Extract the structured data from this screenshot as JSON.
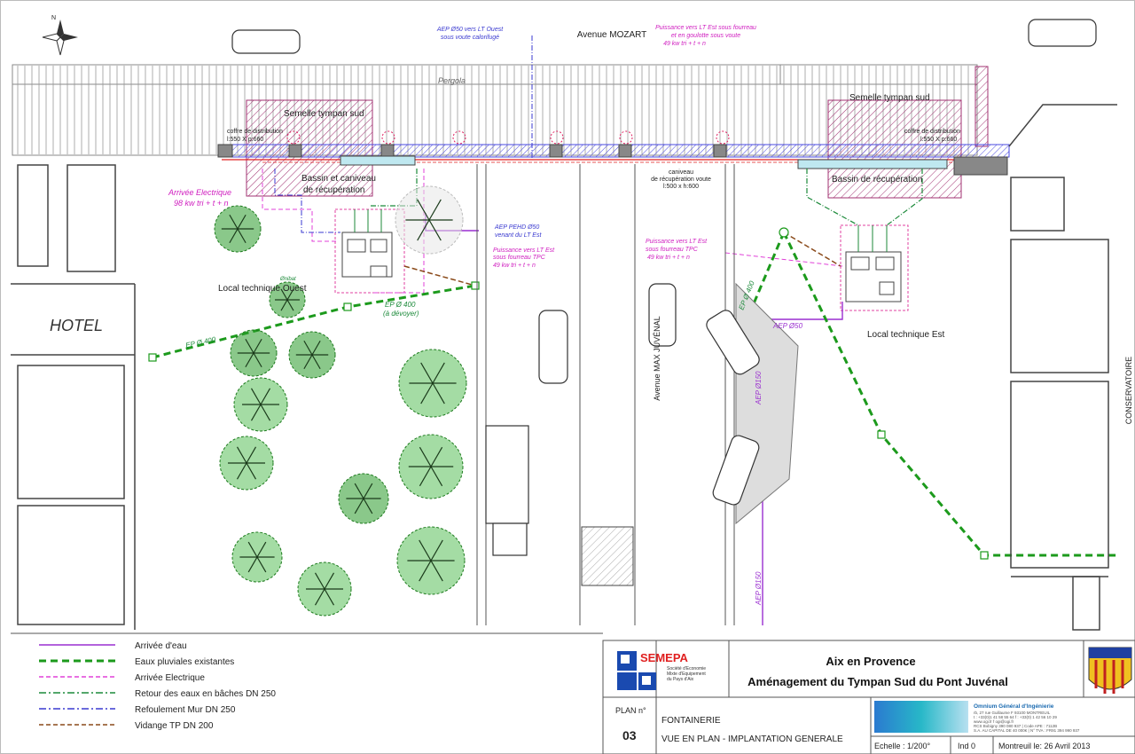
{
  "drawing": {
    "north_label": "N",
    "labels": {
      "avenue_mozart": "Avenue MOZART",
      "avenue_max_juvenal": "Avenue MAX JUVÉNAL",
      "hotel": "HOTEL",
      "conservatoire": "CONSERVATOIRE",
      "pergola": "Pergola",
      "semelle_left": "Semelle tympan sud",
      "semelle_right": "Semelle tympan sud",
      "coffre_left_1": "coffre de distribution",
      "coffre_left_2": "l:550 X p:660",
      "coffre_right_1": "coffre de distribution",
      "coffre_right_2": "l:550 X p:660",
      "bassin_left_1": "Bassin et caniveau",
      "bassin_left_2": "de récupération",
      "bassin_right": "Bassin de récupération",
      "caniveau_1": "caniveau",
      "caniveau_2": "de récupération voute",
      "caniveau_3": "l:500 x h:600",
      "aep_ouest_1": "AEP Ø50 vers LT Ouest",
      "aep_ouest_2": "sous voute calorifugé",
      "puissance_top_1": "Puissance vers LT Est sous fourreau",
      "puissance_top_2": "et en goulotte sous voute",
      "puissance_top_3": "49 kw tri + t + n",
      "arrivee_elec_1": "Arrivée Electrique",
      "arrivee_elec_2": "98 kw tri + t + n",
      "aep_pehd_1": "AEP PEHD Ø50",
      "aep_pehd_2": "venant du LT Est",
      "puissance_mid_1": "Puissance vers LT Est",
      "puissance_mid_2": "sous fourreau TPC",
      "puissance_mid_3": "49 kw tri + t + n",
      "puissance_right_1": "Puissance vers LT Est",
      "puissance_right_2": "sous fourreau TPC",
      "puissance_right_3": "49 kw tri + t + n",
      "local_ouest": "Local technique Ouest",
      "local_est": "Local technique Est",
      "ep400_devoyer_1": "EP Ø 400",
      "ep400_devoyer_2": "(à dévoyer)",
      "ep400_left": "EP Ø 400",
      "ep400_right": "EP Ø 400",
      "aep150_1": "AEP Ø150",
      "aep150_2": "AEP Ø150",
      "aep50": "AEP Ø50",
      "unbat": "Ønibat"
    }
  },
  "legend": [
    {
      "label": "Arrivée d'eau",
      "color": "#9a2fd0",
      "style": "solid"
    },
    {
      "label": "Eaux pluviales existantes",
      "color": "#1c9a1c",
      "style": "dash-thick"
    },
    {
      "label": "Arrivée Electrique",
      "color": "#e040d8",
      "style": "dash"
    },
    {
      "label": "Retour des eaux en bâches DN 250",
      "color": "#1c8a3a",
      "style": "dashdot"
    },
    {
      "label": "Refoulement Mur DN 250",
      "color": "#3a3ad0",
      "style": "dashdot"
    },
    {
      "label": "Vidange TP DN 200",
      "color": "#8a4a1a",
      "style": "dash"
    }
  ],
  "title_block": {
    "logo_name": "SEMEPA",
    "logo_sub": [
      "Société d'Economie",
      "Mixte d'Equipement",
      "du    Pays   d'Aix"
    ],
    "city": "Aix en Provence",
    "project": "Aménagement du Tympan Sud du Pont Juvénal",
    "plan_label": "PLAN n°",
    "plan_number": "03",
    "discipline": "FONTAINERIE",
    "view": "VUE EN PLAN - IMPLANTATION GENERALE",
    "scale": "Echelle : 1/200°",
    "index": "Ind 0",
    "date": "Montreuil le: 26 Avril 2013",
    "firm_name": "Omnium Général d'Ingénierie",
    "firm_lines": [
      "rb, 27 rue Guillaume F 93100 MONTREUIL",
      "t : +33(0)1 41 58 55 64 f : +33(0) 1 42 56 10 29",
      "www.ogi.fr f ogi@ogi.fr",
      "RCS Bobigny 390 080 937 | Code APE : 7112B",
      "S.A. AU CAPITAL DE 40 000€ | N° TVA : FR91 394 990 937"
    ]
  }
}
